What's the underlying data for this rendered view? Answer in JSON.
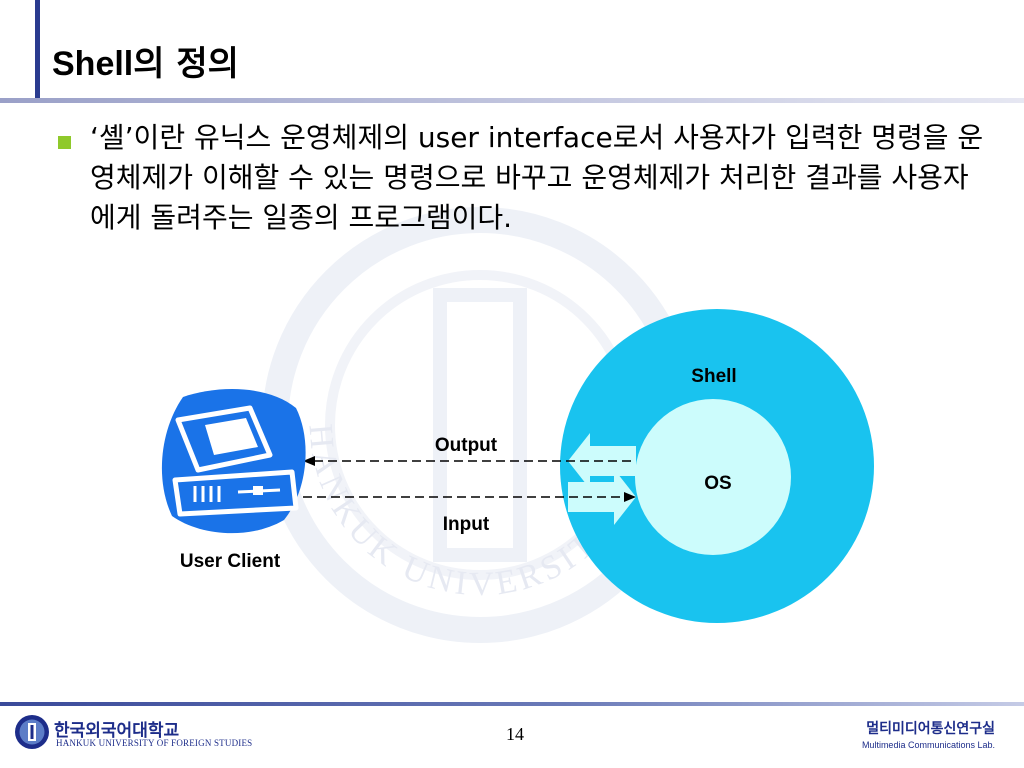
{
  "slide": {
    "title_en": "Shell",
    "title_ko": "의 정의",
    "bullet_text": "‘셸’이란 유닉스 운영체제의 user interface로서 사용자가 입력한 명령을 운영체제가 이해할 수 있는 명령으로 바꾸고 운영체제가 처리한 결과를 사용자에게 돌려주는 일종의 프로그램이다.",
    "page_number": "14"
  },
  "diagram": {
    "shell_label": "Shell",
    "os_label": "OS",
    "output_label": "Output",
    "input_label": "Input",
    "client_label": "User Client"
  },
  "footer": {
    "university_ko": "한국외국어대학교",
    "university_en": "HANKUK UNIVERSITY OF FOREIGN STUDIES",
    "lab_ko": "멀티미디어통신연구실",
    "lab_en": "Multimedia Communications Lab."
  },
  "watermark": {
    "text": "HANKUK UNIVERSITY OF FOREIGN STUDIES"
  },
  "colors": {
    "accent": "#2a3b8f",
    "bullet": "#8fc92b",
    "shell_ring": "#19c3ef",
    "os_core": "#ccfcfc",
    "client_blue": "#1a73e8"
  }
}
